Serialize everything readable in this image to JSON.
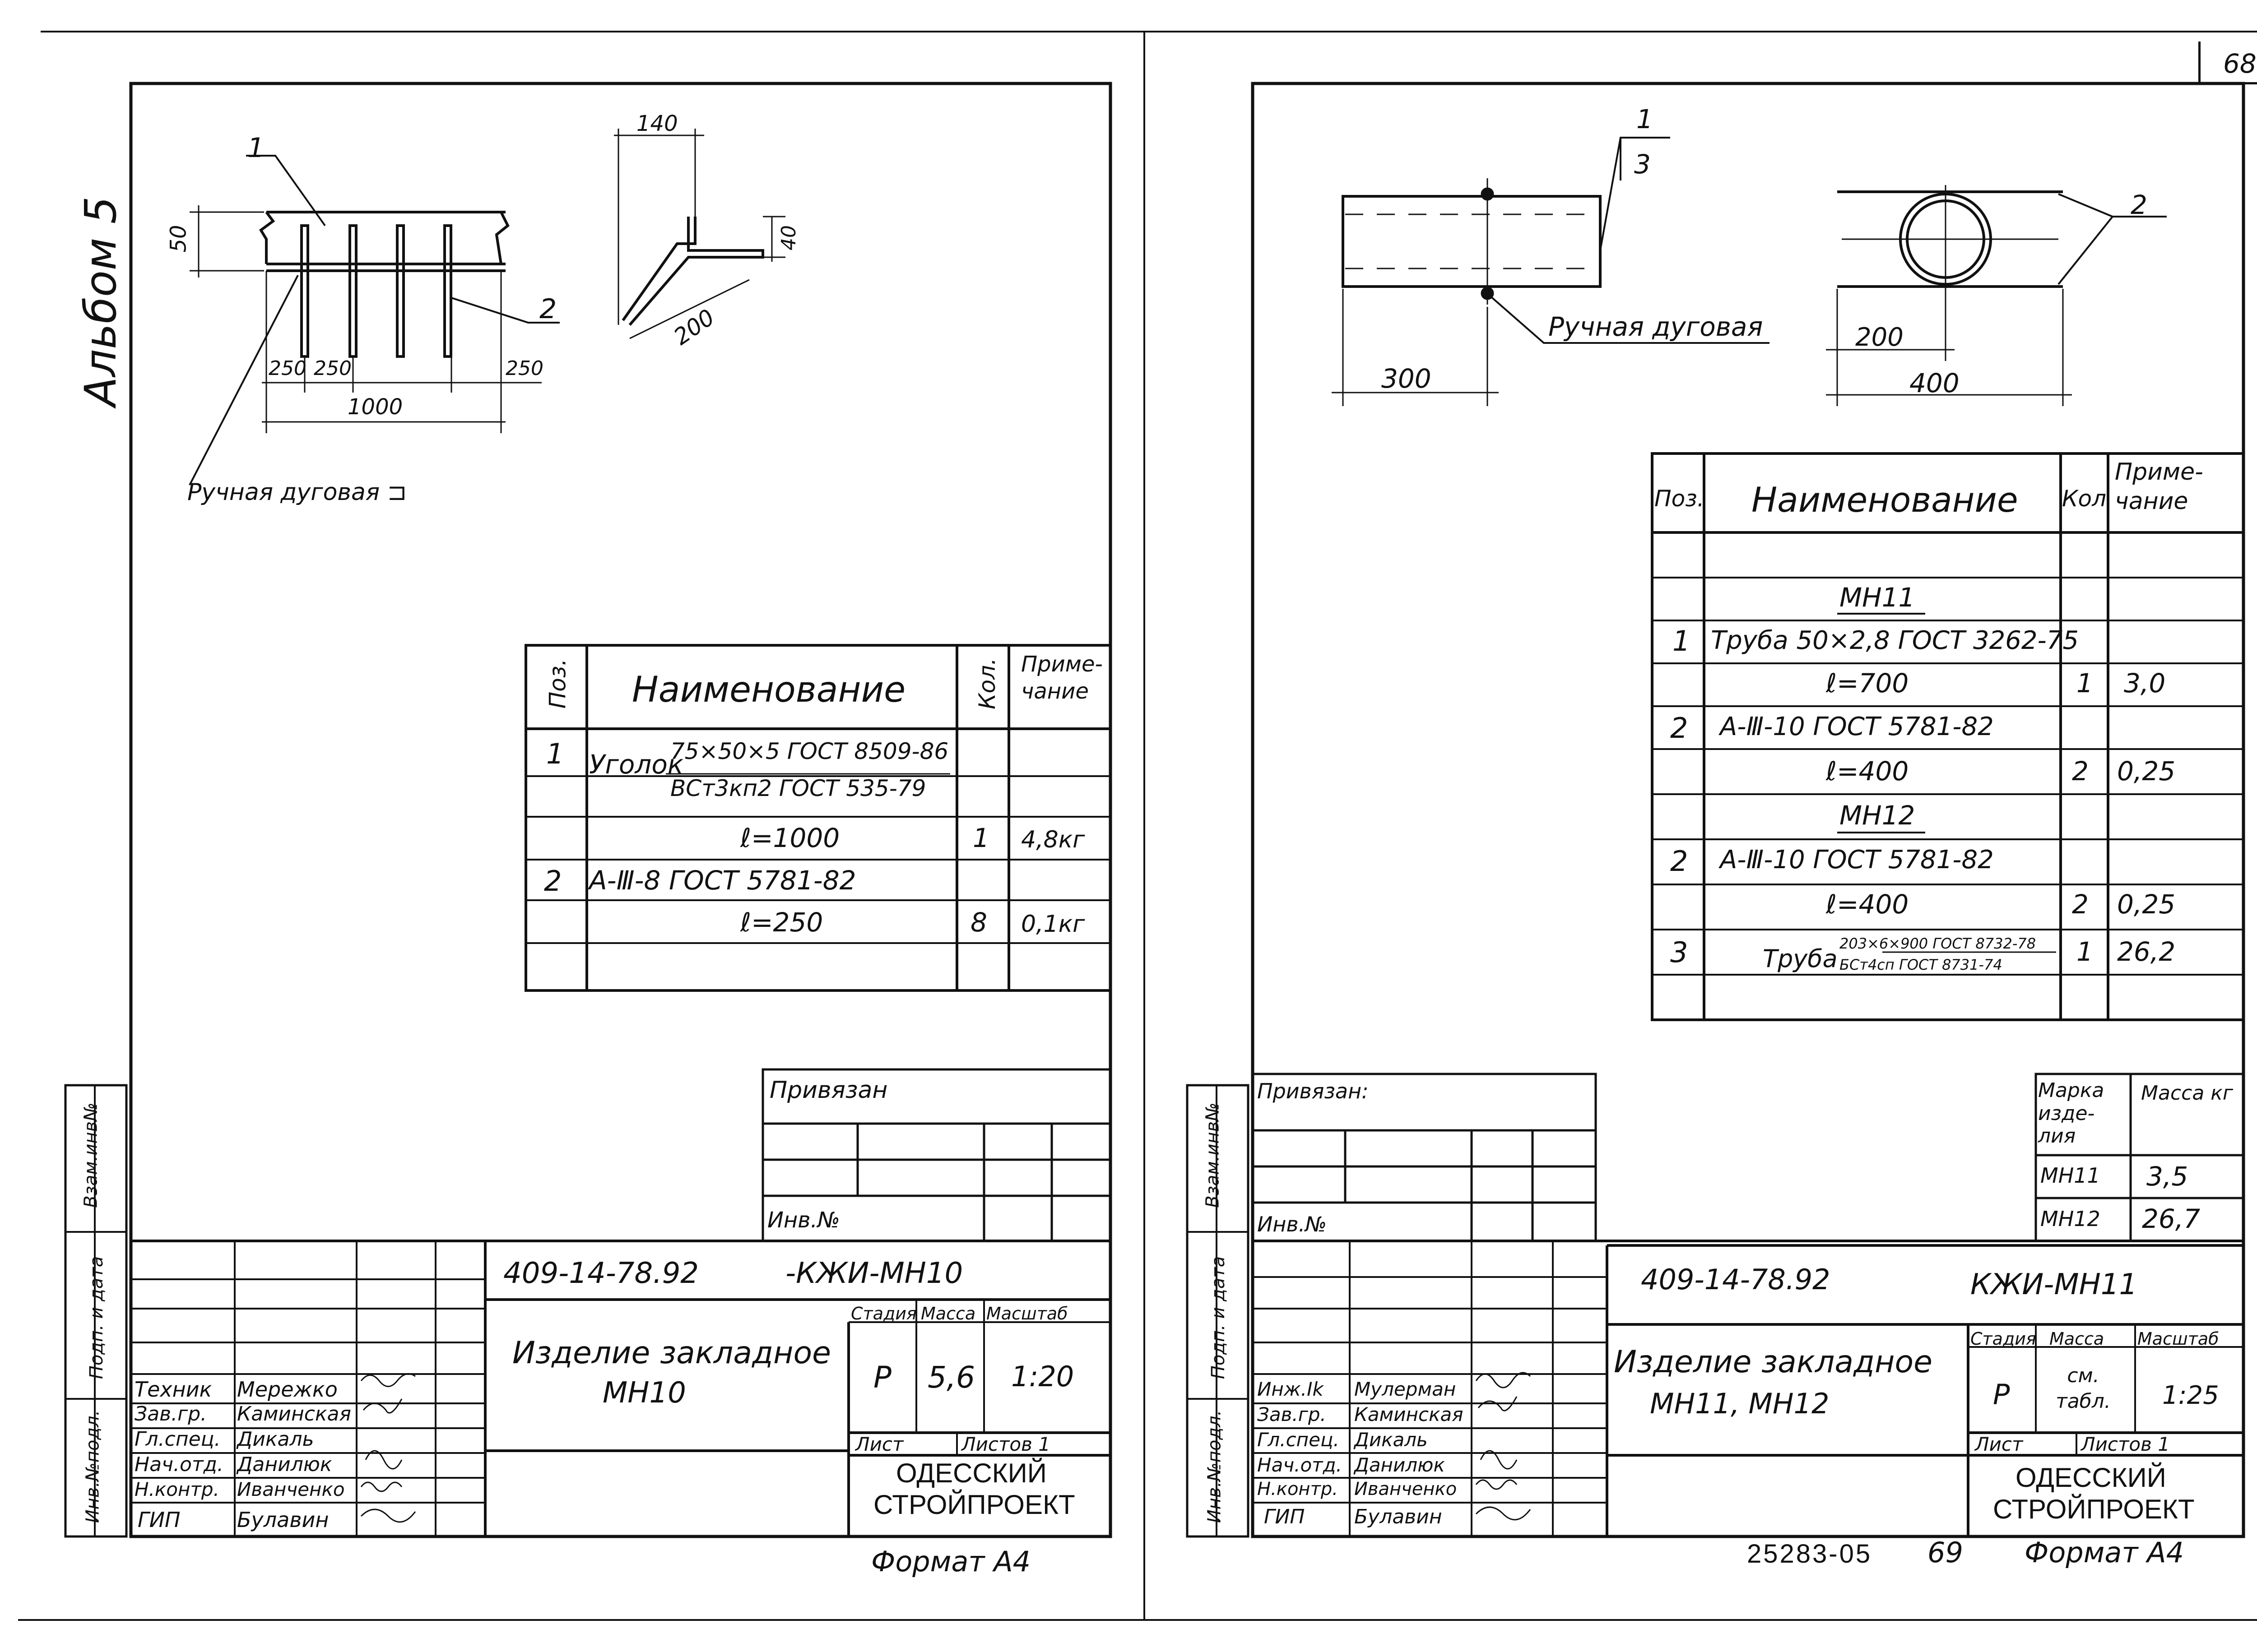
{
  "page_number": "68",
  "album_label": "Альбом 5",
  "left": {
    "drawing": {
      "callout_1": "1",
      "callout_2": "2",
      "dim_50": "50",
      "dim_250_a": "250",
      "dim_250_b": "250",
      "dim_250_c": "250",
      "dim_1000": "1000",
      "weld_note": "Ручная дуговая ⊐",
      "dim_140": "140",
      "dim_40": "40",
      "dim_200": "200"
    },
    "spec": {
      "headers": {
        "pos": "Поз.",
        "name": "Наименование",
        "qty": "Кол.",
        "note_1": "Приме-",
        "note_2": "чание"
      },
      "rows": [
        {
          "pos": "1",
          "name_prefix": "Уголок",
          "name_num": "75×50×5 ГОСТ 8509-86",
          "name_den": "ВСт3кп2 ГОСТ 535-79",
          "qty": "",
          "note": ""
        },
        {
          "pos": "",
          "name": "ℓ=1000",
          "qty": "1",
          "note": "4,8кг"
        },
        {
          "pos": "2",
          "name": "А-Ⅲ-8 ГОСТ 5781-82",
          "qty": "",
          "note": ""
        },
        {
          "pos": "",
          "name": "ℓ=250",
          "qty": "8",
          "note": "0,1кг"
        }
      ]
    },
    "privyazan": "Привязан",
    "inv_no": "Инв.№",
    "doc_code": "409-14-78.92",
    "doc_mark": "-КЖИ-МН10",
    "item_title": "Изделие закладное",
    "item_name": "МН10",
    "stage_label": "Стадия",
    "mass_label": "Масса",
    "scale_label": "Масштаб",
    "stage_value": "Р",
    "mass_value": "5,6",
    "scale_value": "1:20",
    "sheet_label": "Лист",
    "sheets_label": "Листов 1",
    "org_line1": "ОДЕССКИЙ",
    "org_line2": "СТРОЙПРОЕКТ",
    "format": "Формат А4",
    "signers": [
      {
        "role": "Техник",
        "name": "Мережко"
      },
      {
        "role": "Зав.гр.",
        "name": "Каминская"
      },
      {
        "role": "Гл.спец.",
        "name": "Дикаль"
      },
      {
        "role": "Нач.отд.",
        "name": "Данилюк"
      },
      {
        "role": "Н.контр.",
        "name": "Иванченко"
      },
      {
        "role": "ГИП",
        "name": "Булавин"
      }
    ],
    "side_labels": {
      "vzam": "Взам.инв№",
      "podp": "Подп. и дата",
      "inv": "Инв.№подл."
    }
  },
  "right": {
    "drawing": {
      "callout_1": "1",
      "callout_3": "3",
      "callout_2": "2",
      "weld_note": "Ручная дуговая",
      "dim_300": "300",
      "dim_200": "200",
      "dim_400": "400"
    },
    "spec": {
      "headers": {
        "pos": "Поз.",
        "name": "Наименование",
        "qty": "Кол",
        "note_1": "Приме-",
        "note_2": "чание"
      },
      "rows": [
        {
          "pos": "",
          "name": "",
          "qty": "",
          "note": ""
        },
        {
          "pos": "",
          "name": "МН11",
          "qty": "",
          "note": "",
          "underline": true
        },
        {
          "pos": "1",
          "name": "Труба 50×2,8 ГОСТ 3262-75",
          "qty": "",
          "note": ""
        },
        {
          "pos": "",
          "name": "ℓ=700",
          "qty": "1",
          "note": "3,0"
        },
        {
          "pos": "2",
          "name": "А-Ⅲ-10 ГОСТ 5781-82",
          "qty": "",
          "note": ""
        },
        {
          "pos": "",
          "name": "ℓ=400",
          "qty": "2",
          "note": "0,25"
        },
        {
          "pos": "",
          "name": "МН12",
          "qty": "",
          "note": "",
          "underline": true
        },
        {
          "pos": "2",
          "name": "А-Ⅲ-10 ГОСТ 5781-82",
          "qty": "",
          "note": ""
        },
        {
          "pos": "",
          "name": "ℓ=400",
          "qty": "2",
          "note": "0,25"
        },
        {
          "pos": "3",
          "name_prefix": "Труба",
          "name_num": "203×6×900 ГОСТ 8732-78",
          "name_den": "БСт4сп ГОСТ 8731-74",
          "qty": "1",
          "note": "26,2"
        }
      ]
    },
    "mass_table": {
      "h1": "Марка изде-лия",
      "h2": "Масса кг",
      "rows": [
        {
          "mark": "МН11",
          "mass": "3,5"
        },
        {
          "mark": "МН12",
          "mass": "26,7"
        }
      ]
    },
    "privyazan": "Привязан:",
    "inv_no": "Инв.№",
    "doc_code": "409-14-78.92",
    "doc_mark": "КЖИ-МН11",
    "item_title": "Изделие закладное",
    "item_name": "МН11, МН12",
    "stage_label": "Стадия",
    "mass_label": "Масса",
    "scale_label": "Масштаб",
    "stage_value": "Р",
    "mass_value": "см. табл.",
    "scale_value": "1:25",
    "sheet_label": "Лист",
    "sheets_label": "Листов 1",
    "org_line1": "ОДЕССКИЙ",
    "org_line2": "СТРОЙПРОЕКТ",
    "bottom_code": "25283-05",
    "bottom_page": "69",
    "format": "Формат А4",
    "signers": [
      {
        "role": "Инж.Ik",
        "name": "Мулерман"
      },
      {
        "role": "Зав.гр.",
        "name": "Каминская"
      },
      {
        "role": "Гл.спец.",
        "name": "Дикаль"
      },
      {
        "role": "Нач.отд.",
        "name": "Данилюк"
      },
      {
        "role": "Н.контр.",
        "name": "Иванченко"
      },
      {
        "role": "ГИП",
        "name": "Булавин"
      }
    ],
    "side_labels": {
      "vzam": "Взам.инв№",
      "podp": "Подп. и дата",
      "inv": "Инв.№подл."
    }
  }
}
